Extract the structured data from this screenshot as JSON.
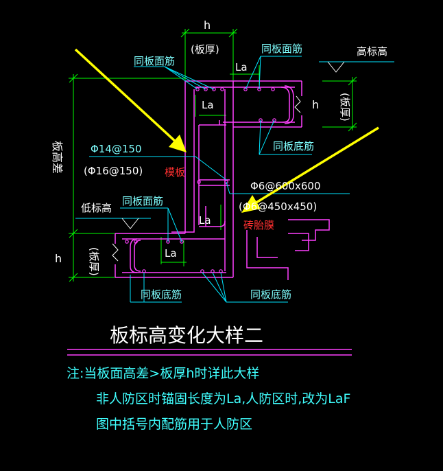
{
  "colors": {
    "background": "#000000",
    "slab": "#ff40ff",
    "rebar": "#ff40ff",
    "dimension": "#00ff00",
    "leader": "#00e5ff",
    "label": "#80ffff",
    "level_text": "#ffffff",
    "annotation_red": "#ff3030",
    "arrow": "#ffff00",
    "title": "#ffffff",
    "rule": "#ff40ff",
    "note": "#40ffff"
  },
  "labels": {
    "h_top": "h",
    "slab_thickness_top": "(板厚)",
    "la_top": "La",
    "same_top_bar_upper": "同板面筋",
    "same_top_bar_upper_right": "同板面筋",
    "high_level": "高标高",
    "la_upper": "La",
    "h_right": "h",
    "slab_thickness_right": "(板厚)",
    "same_bottom_bar_mid_right": "同板底筋",
    "height_diff": "板高差",
    "rebar_spec_1": "Φ14@150",
    "rebar_spec_1_rf": "(Φ16@150)",
    "formwork": "模板",
    "tie_spec": "Φ6@600x600",
    "tie_spec_rf": "(Φ6@450x450)",
    "brick_form": "砖胎膜",
    "low_level": "低标高",
    "same_top_bar_lower": "同板面筋",
    "la_lower": "La",
    "la_lower_2": "La",
    "h_left": "h",
    "slab_thickness_left": "(板厚)",
    "same_bottom_bar_lower_left": "同板底筋",
    "same_bottom_bar_lower_right": "同板底筋"
  },
  "title": "板标高变化大样二",
  "notes": [
    "注:当板面高差>板厚h时详此大样",
    "非人防区时锚固长度为La,人防区时,改为LaF",
    "图中括号内配筋用于人防区"
  ],
  "icons": [
    "arrow-icon",
    "level-triangle-icon",
    "break-line-icon"
  ]
}
